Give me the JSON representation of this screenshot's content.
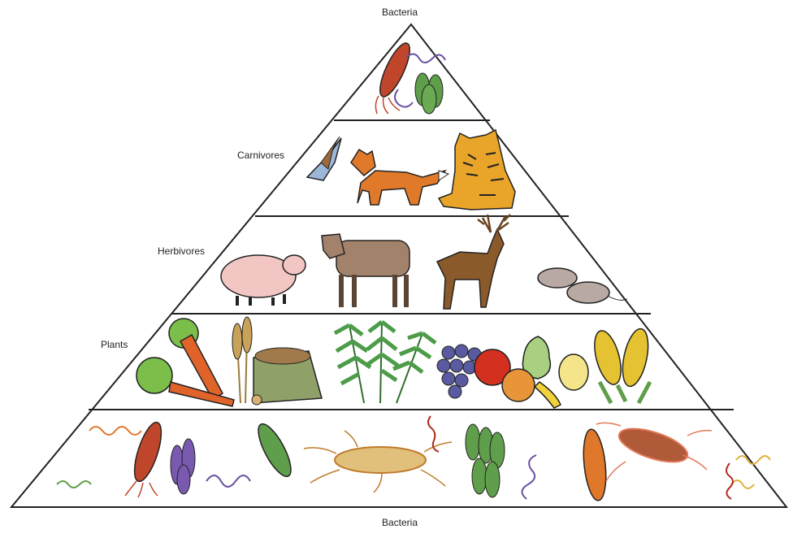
{
  "diagram": {
    "top_label": "Bacteria",
    "bottom_label": "Bacteria",
    "tiers": [
      {
        "label": "Carnivores",
        "items": [
          "hawk",
          "fox",
          "tiger"
        ]
      },
      {
        "label": "Herbivores",
        "items": [
          "pig",
          "cow",
          "deer",
          "mice"
        ]
      },
      {
        "label": "Plants",
        "items": [
          "cabbage",
          "carrot",
          "wheat",
          "grain-sack",
          "fern",
          "grapes",
          "apple",
          "pear",
          "orange",
          "banana",
          "lemon",
          "corn"
        ]
      }
    ],
    "colors": {
      "outline": "#222222",
      "bacteria_red": "#c0462b",
      "bacteria_green": "#5f9e4a",
      "bacteria_purple": "#6a4fa0",
      "bacteria_orange": "#e0782c",
      "fox": "#e07a2a",
      "tiger": "#e8a52a",
      "pig": "#f2c6c2",
      "cow": "#a3826b",
      "deer": "#8a5a2b",
      "mouse": "#b8a9a3",
      "carrot": "#e0642a",
      "fern": "#4c9c4a",
      "corn": "#e4c232",
      "grape": "#5a5aa0",
      "apple": "#d43020"
    }
  }
}
